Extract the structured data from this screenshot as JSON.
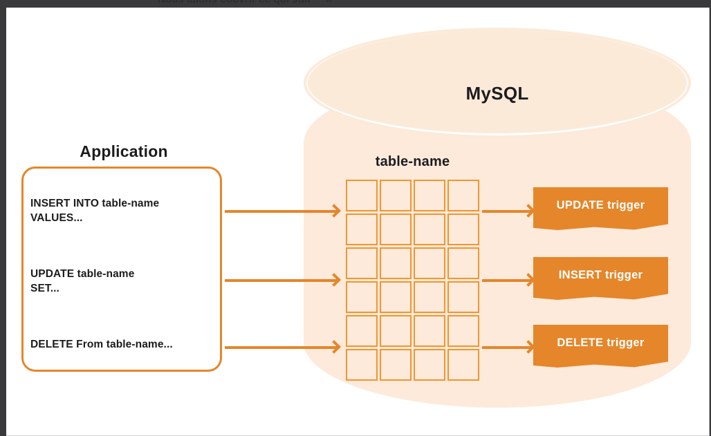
{
  "window": {
    "partial_header_text": "Nous allons couvrir ce qui suit",
    "close_icon": "✕",
    "frame_color": "#3a3a3c",
    "canvas_color": "#ffffff"
  },
  "theme": {
    "orange": "#e5862a",
    "grid_orange": "#f0962f",
    "cylinder_fill": "#fdeadb",
    "cylinder_top": "#fcead9",
    "text_dark": "#1c1c1e"
  },
  "diagram": {
    "application": {
      "title": "Application",
      "statements": [
        "INSERT INTO table-name\nVALUES...",
        "UPDATE table-name\nSET...",
        "DELETE From table-name..."
      ]
    },
    "database": {
      "label": "MySQL",
      "table_label": "table-name",
      "grid": {
        "columns": 4,
        "rows": 6,
        "cell_count": 24
      }
    },
    "triggers": [
      {
        "label": "UPDATE trigger"
      },
      {
        "label": "INSERT trigger"
      },
      {
        "label": "DELETE trigger"
      }
    ],
    "arrows": {
      "app_to_table_count": 3,
      "table_to_trigger_count": 3,
      "icon": "arrow-right-icon"
    }
  }
}
